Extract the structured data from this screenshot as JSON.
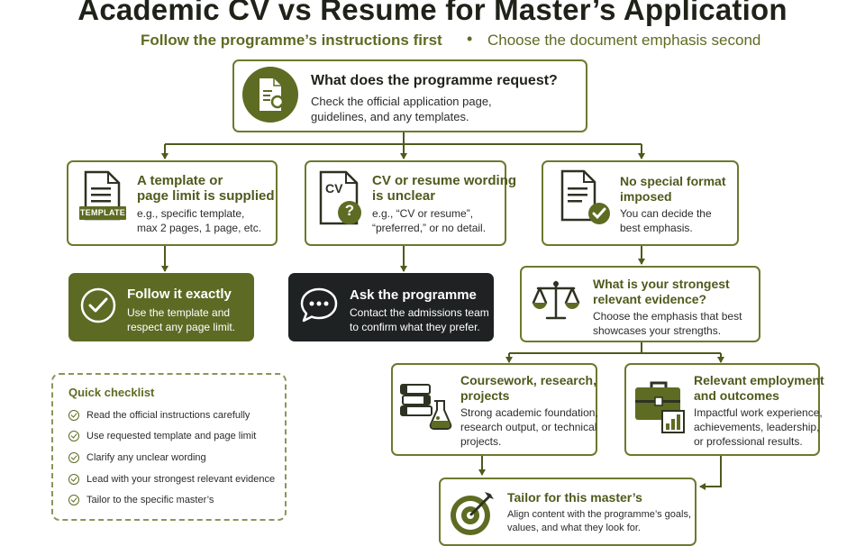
{
  "title": "Academic CV vs Resume for Master’s Application",
  "subtitle": {
    "left": "Follow the programme’s instructions first",
    "separator": "•",
    "right": "Choose the document emphasis second"
  },
  "top_question": {
    "heading": "What does the programme request?",
    "body": "Check the official application page,\nguidelines, and any templates."
  },
  "branches": [
    {
      "heading": "A template or\npage limit is supplied",
      "body": "e.g., specific template,\nmax 2 pages, 1 page, etc.",
      "icon_label": "TEMPLATE"
    },
    {
      "heading": "CV or resume wording\nis unclear",
      "body": "e.g., “CV or resume”,\n“preferred,” or no detail.",
      "icon_label": "CV",
      "icon_mark": "?"
    },
    {
      "heading": "No special format\nimposed",
      "body": "You can decide the\nbest emphasis."
    }
  ],
  "follow": {
    "heading": "Follow it exactly",
    "body": "Use the template and\nrespect any page limit."
  },
  "ask": {
    "heading": "Ask the programme",
    "body": "Contact the admissions team\nto confirm what they prefer."
  },
  "strongest": {
    "heading": "What is your strongest\nrelevant evidence?",
    "body": "Choose the emphasis that best\nshowcases your strengths."
  },
  "coursework": {
    "heading": "Coursework, research,\nprojects",
    "body": "Strong academic foundation,\nresearch output, or technical\nprojects."
  },
  "employment": {
    "heading": "Relevant employment\nand outcomes",
    "body": "Impactful work experience,\nachievements, leadership,\nor professional results."
  },
  "tailor": {
    "heading": "Tailor for this master’s",
    "body": "Align content with the programme’s goals,\nvalues, and what they look for."
  },
  "checklist": {
    "title": "Quick checklist",
    "items": [
      "Read the official instructions carefully",
      "Use requested template and page limit",
      "Clarify any unclear wording",
      "Lead with your strongest relevant evidence",
      "Tailor to the specific master’s"
    ]
  },
  "colors": {
    "olive": "#5e6b22",
    "olive_fill": "#5d6a24",
    "dark_fill": "#1e2222",
    "border": "#6b7a2c"
  }
}
